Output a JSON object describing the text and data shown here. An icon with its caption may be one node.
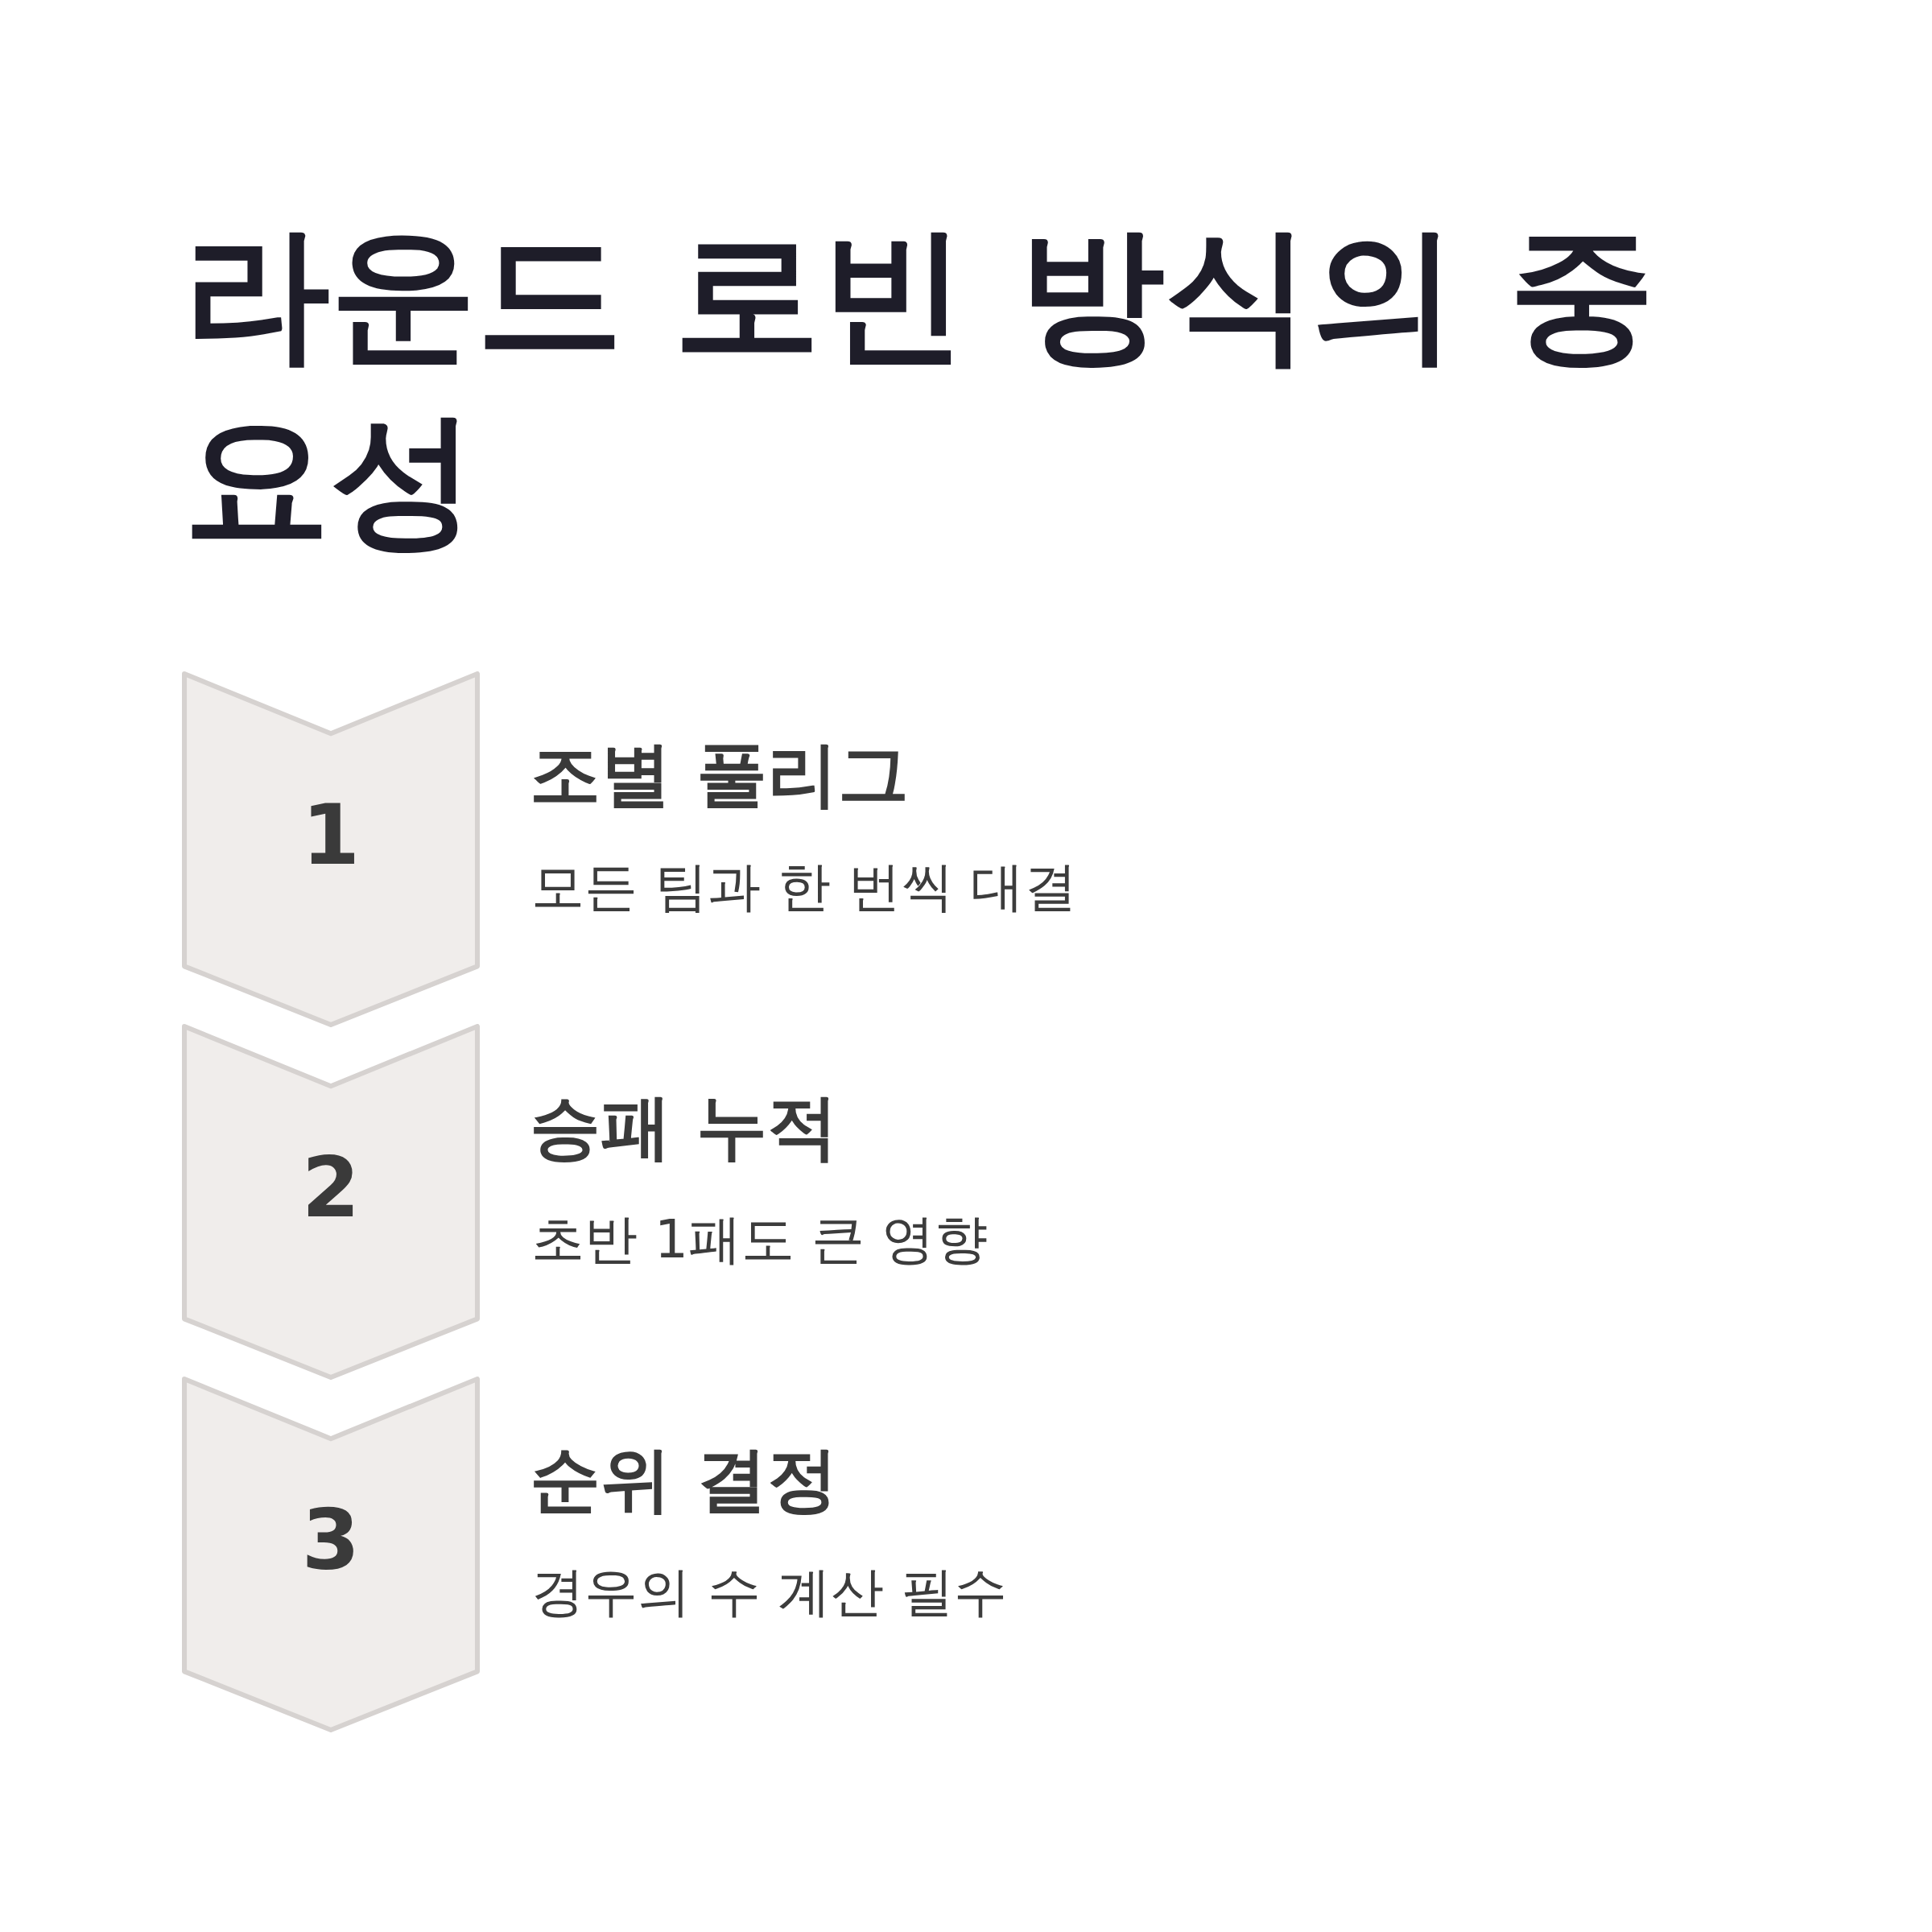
{
  "diagram": {
    "title": "라운드 로빈 방식의 중요성",
    "nodes": [
      {
        "text": [
          "1"
        ],
        "beside": [
          "조별 풀리그",
          "모든 팀과 한 번씩 대결"
        ]
      },
      {
        "text": [
          "2"
        ],
        "beside": [
          "승패 누적",
          "초반 1패도 큰 영향"
        ]
      },
      {
        "text": [
          "3"
        ],
        "beside": [
          "순위 결정",
          "경우의 수 계산 필수"
        ]
      }
    ]
  }
}
